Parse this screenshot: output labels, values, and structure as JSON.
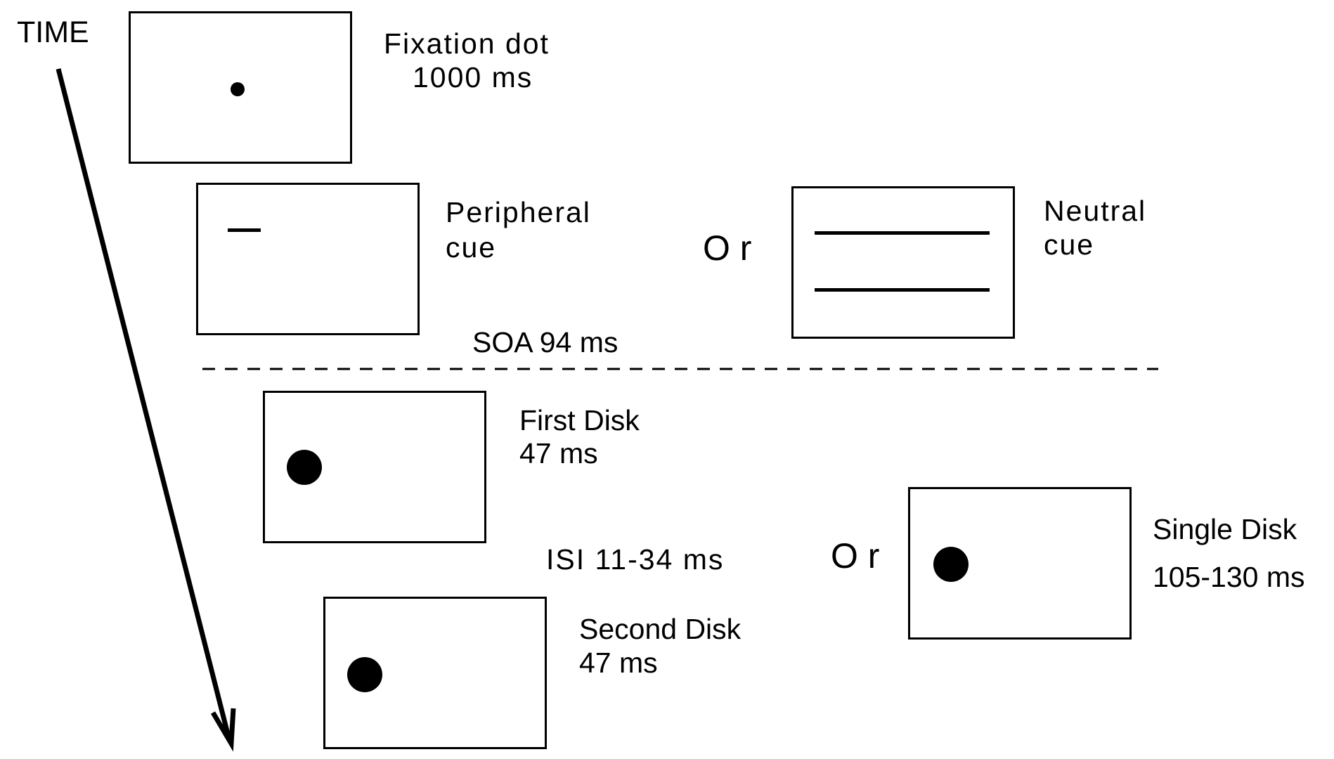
{
  "time_label": "TIME",
  "steps": {
    "fixation": {
      "title": "Fixation dot",
      "duration": "1000 ms"
    },
    "peripheral": {
      "title": "Peripheral",
      "subtitle": "cue"
    },
    "neutral": {
      "title": "Neutral",
      "subtitle": "cue"
    },
    "first_disk": {
      "title": "First Disk",
      "duration": "47 ms"
    },
    "second_disk": {
      "title": "Second Disk",
      "duration": "47 ms"
    },
    "single_disk": {
      "title": "Single Disk",
      "duration": "105-130 ms"
    }
  },
  "or_cue": "O r",
  "or_disk": "O r",
  "soa": "SOA 94 ms",
  "isi": "ISI 11-34 ms"
}
